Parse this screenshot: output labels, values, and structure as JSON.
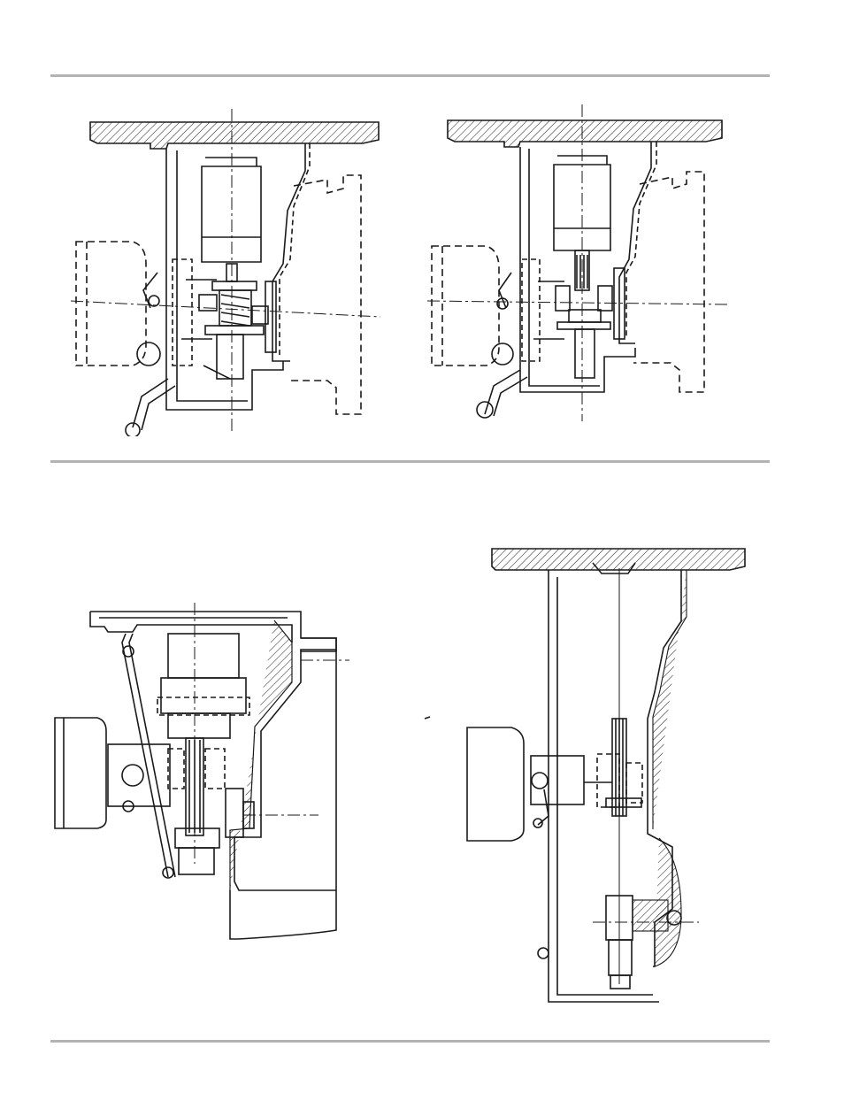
{
  "page": {
    "rule_color": "#b3b3b3",
    "ink_color": "#1a1a1a"
  },
  "figures": [
    {
      "id": "top-left",
      "icon": "gearbox-section-drawing-icon"
    },
    {
      "id": "top-right",
      "icon": "gearbox-section-drawing-icon"
    },
    {
      "id": "bottom-left",
      "icon": "gearbox-section-drawing-icon"
    },
    {
      "id": "bottom-right",
      "icon": "gearbox-section-drawing-icon"
    }
  ]
}
